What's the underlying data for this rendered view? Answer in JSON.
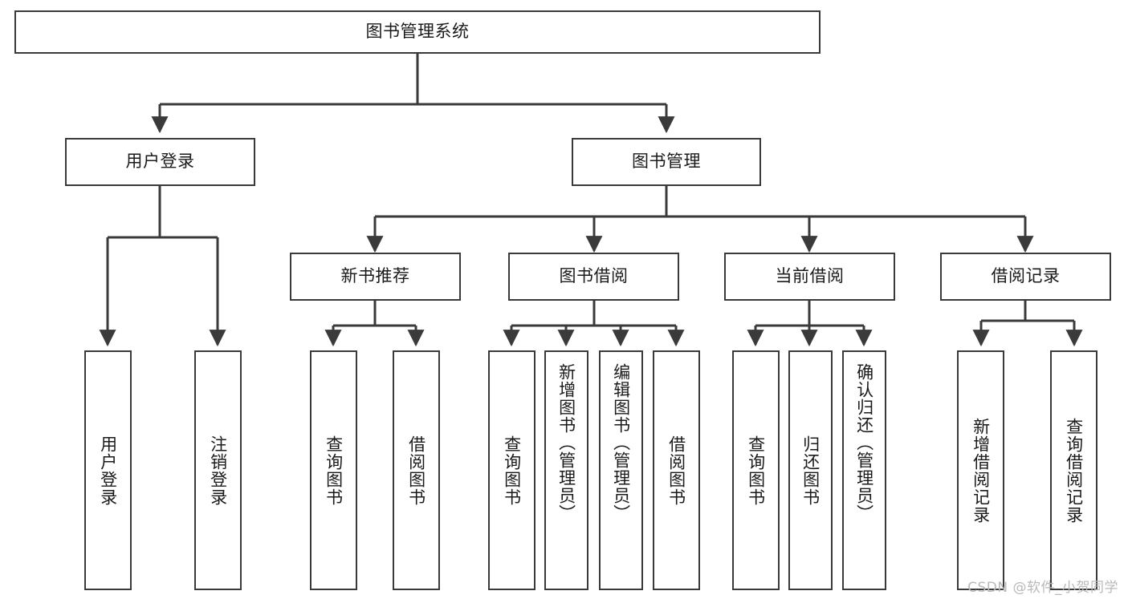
{
  "diagram": {
    "title": "图书管理系统",
    "type": "tree-hierarchy",
    "watermark": "CSDN @软件_小贺同学",
    "colors": {
      "stroke": "#3a3a3a",
      "fill": "#ffffff",
      "text": "#1a1a1a",
      "watermark": "#b9b9b9"
    }
  },
  "nodes": {
    "root": {
      "label": "图书管理系统",
      "level": 0
    },
    "level1": [
      {
        "id": "user-login",
        "label": "用户登录"
      },
      {
        "id": "book-manage",
        "label": "图书管理"
      }
    ],
    "level2": [
      {
        "id": "new-book-rec",
        "label": "新书推荐",
        "parent": "book-manage"
      },
      {
        "id": "book-borrow",
        "label": "图书借阅",
        "parent": "book-manage"
      },
      {
        "id": "current-borrow",
        "label": "当前借阅",
        "parent": "book-manage"
      },
      {
        "id": "borrow-record",
        "label": "借阅记录",
        "parent": "book-manage"
      }
    ],
    "leaves": {
      "user-login": [
        {
          "id": "leaf-user-login",
          "label": "用户登录"
        },
        {
          "id": "leaf-logout",
          "label": "注销登录"
        }
      ],
      "new-book-rec": [
        {
          "id": "leaf-query-book-1",
          "label": "查询图书"
        },
        {
          "id": "leaf-borrow-book-1",
          "label": "借阅图书"
        }
      ],
      "book-borrow": [
        {
          "id": "leaf-query-book-2",
          "label": "查询图书"
        },
        {
          "id": "leaf-add-book",
          "label": "新增图书（管理员）"
        },
        {
          "id": "leaf-edit-book",
          "label": "编辑图书（管理员）"
        },
        {
          "id": "leaf-borrow-book-2",
          "label": "借阅图书"
        }
      ],
      "current-borrow": [
        {
          "id": "leaf-query-book-3",
          "label": "查询图书"
        },
        {
          "id": "leaf-return-book",
          "label": "归还图书"
        },
        {
          "id": "leaf-confirm-return",
          "label": "确认归还（管理员）"
        }
      ],
      "borrow-record": [
        {
          "id": "leaf-add-record",
          "label": "新增借阅记录"
        },
        {
          "id": "leaf-query-record",
          "label": "查询借阅记录"
        }
      ]
    }
  }
}
